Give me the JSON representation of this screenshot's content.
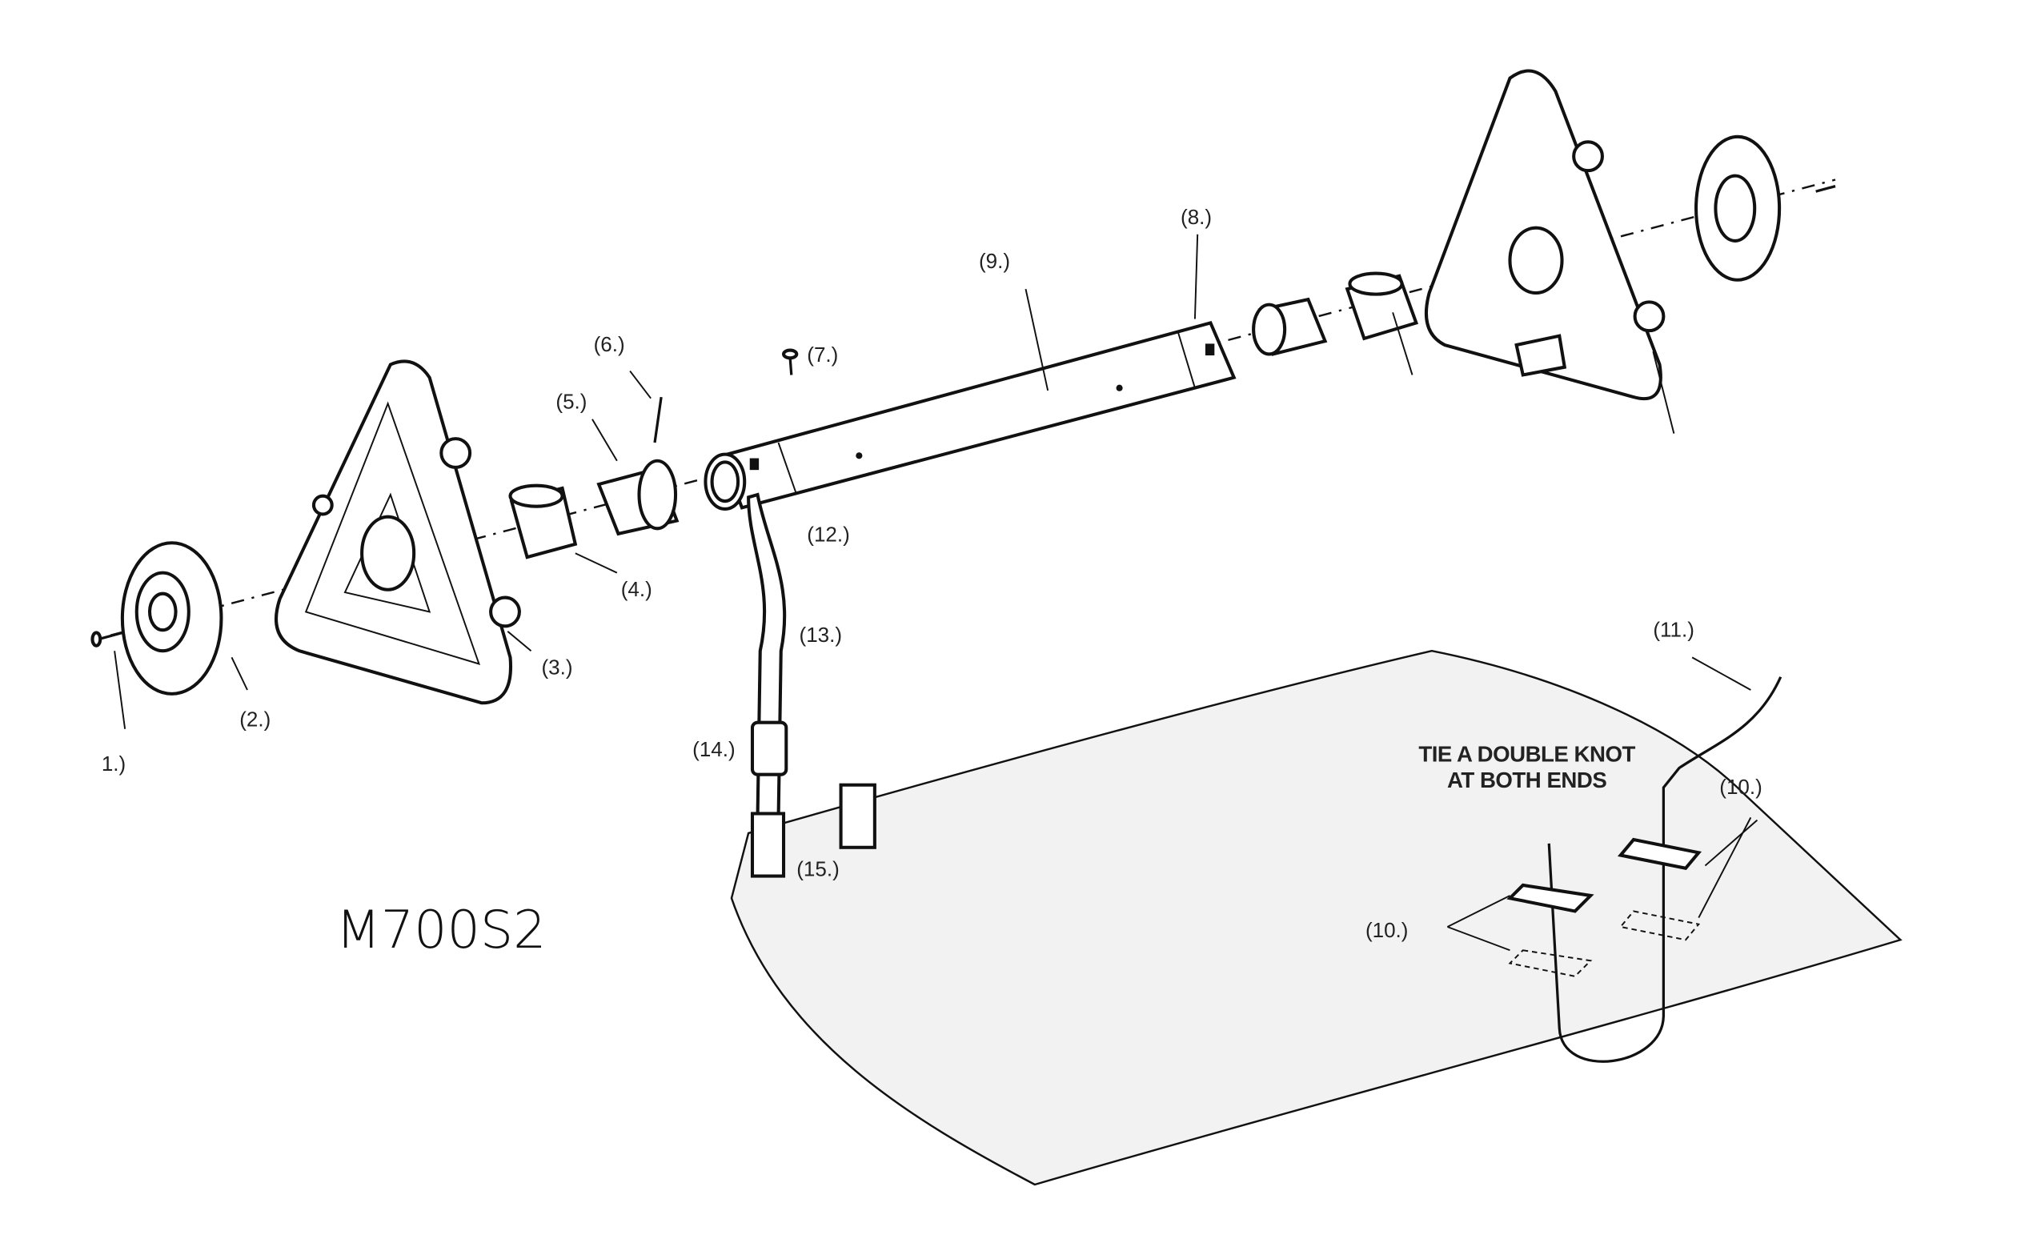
{
  "model": "M700S2",
  "note": {
    "line1": "TIE A DOUBLE KNOT",
    "line2": "AT BOTH ENDS"
  },
  "labels": {
    "p1": "1.)",
    "p2": "(2.)",
    "p3": "(3.)",
    "p4": "(4.)",
    "p5": "(5.)",
    "p6": "(6.)",
    "p7": "(7.)",
    "p8": "(8.)",
    "p9": "(9.)",
    "p10a": "(10.)",
    "p10b": "(10.)",
    "p11": "(11.)",
    "p12": "(12.)",
    "p13": "(13.)",
    "p14": "(14.)",
    "p15": "(15.)"
  }
}
